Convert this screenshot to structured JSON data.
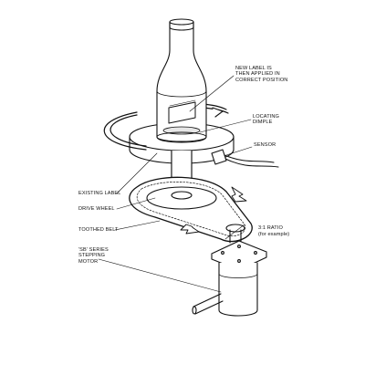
{
  "colors": {
    "ink": "#111111",
    "background": "#ffffff",
    "label_fill": "#ffffff",
    "dimple": "#e6e6e6"
  },
  "labels": {
    "new_label": "NEW LABEL IS\nTHEN APPLIED IN\nCORRECT POSITION",
    "locating_dimple": "LOCATING\nDIMPLE",
    "sensor": "SENSOR",
    "existing_label": "EXISTING LABEL",
    "drive_wheel": "DRIVE WHEEL",
    "toothed_belt": "TOOTHED BELT",
    "ratio": "3:1 RATIO",
    "ratio_note": "(for example)",
    "motor": "'SB' SERIES\nSTEPPING\nMOTOR"
  },
  "icons": {
    "rotation_arrow": "curved-arrow-icon",
    "belt_arrows": "direction-arrow-icon"
  }
}
